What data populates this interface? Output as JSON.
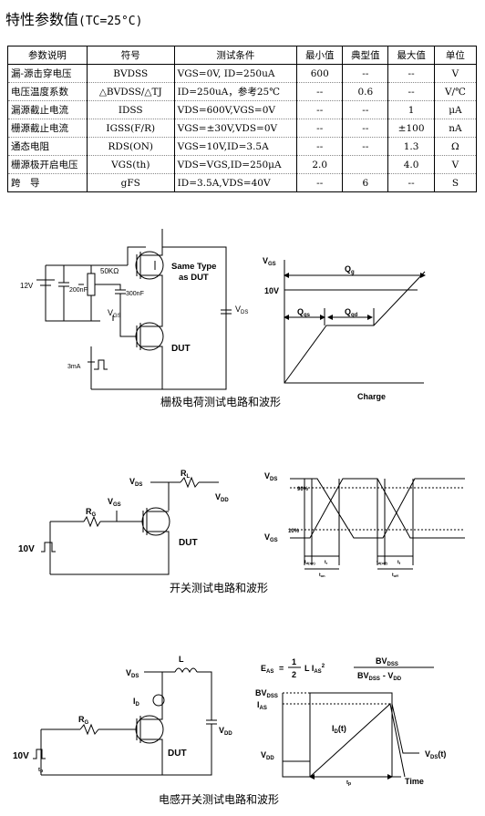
{
  "title": "特性参数值",
  "title_cond": "(TC=25°C)",
  "table": {
    "headers": [
      "参数说明",
      "符号",
      "测试条件",
      "最小值",
      "典型值",
      "最大值",
      "单位"
    ],
    "rows": [
      [
        "漏-源击穿电压",
        "BVDSS",
        "VGS=0V, ID=250uA",
        "600",
        "--",
        "--",
        "V"
      ],
      [
        "电压温度系数",
        "△BVDSS/△TJ",
        "ID=250uA，参考25℃",
        "--",
        "0.6",
        "--",
        "V/℃"
      ],
      [
        "漏源截止电流",
        "IDSS",
        "VDS=600V,VGS=0V",
        "--",
        "--",
        "1",
        "μA"
      ],
      [
        "栅源截止电流",
        "IGSS(F/R)",
        "VGS=±30V,VDS=0V",
        "--",
        "--",
        "±100",
        "nA"
      ],
      [
        "通态电阻",
        "RDS(ON)",
        "VGS=10V,ID=3.5A",
        "--",
        "--",
        "1.3",
        "Ω"
      ],
      [
        "栅源极开启电压",
        "VGS(th)",
        "VDS=VGS,ID=250μA",
        "2.0",
        "",
        "4.0",
        "V"
      ],
      [
        "跨　导",
        "gFS",
        "ID=3.5A,VDS=40V",
        "--",
        "6",
        "--",
        "S"
      ]
    ]
  },
  "fig1": {
    "caption": "栅极电荷测试电路和波形",
    "v12": "12V",
    "r50k": "50KΩ",
    "c200": "200nF",
    "c300": "300nF",
    "same_type_1": "Same Type",
    "same_type_2": "as DUT",
    "vgs": "V",
    "vgs_sub": "GS",
    "vds": "V",
    "vds_sub": "DS",
    "dut": "DUT",
    "i3ma": "3mA",
    "w_vgs": "V",
    "w_vgs_sub": "GS",
    "w_10v": "10V",
    "qg": "Q",
    "qg_sub": "g",
    "qgs": "Q",
    "qgs_sub": "gs",
    "qgd": "Q",
    "qgd_sub": "gd",
    "charge": "Charge"
  },
  "fig2": {
    "caption": "开关测试电路和波形",
    "vds": "V",
    "vds_sub": "DS",
    "rl": "R",
    "rl_sub": "L",
    "vdd": "V",
    "vdd_sub": "DD",
    "rg": "R",
    "rg_sub": "G",
    "vgs": "V",
    "vgs_sub": "GS",
    "dut": "DUT",
    "v10": "10V",
    "w_vds": "V",
    "w_vds_sub": "DS",
    "w_vgs": "V",
    "w_vgs_sub": "GS",
    "p90": "90%",
    "p10": "10%",
    "tdon": "t",
    "tdon_sub": "d(on)",
    "tr": "t",
    "tr_sub": "r",
    "ton": "t",
    "ton_sub": "on",
    "tdoff": "t",
    "tdoff_sub": "d(off)",
    "tf": "t",
    "tf_sub": "f",
    "toff": "t",
    "toff_sub": "off"
  },
  "fig3": {
    "caption": "电感开关测试电路和波形",
    "vds": "V",
    "vds_sub": "DS",
    "l": "L",
    "id": "I",
    "id_sub": "D",
    "rg": "R",
    "rg_sub": "G",
    "dut": "DUT",
    "vdd": "V",
    "vdd_sub": "DD",
    "v10": "10V",
    "tp": "t",
    "tp_sub": "p",
    "eas": "E",
    "eas_sub": "AS",
    "eq": "=",
    "one": "1",
    "two": "2",
    "liAs": "L I",
    "ias_sub": "AS",
    "sq": "2",
    "num": "BV",
    "num_sub": "DSS",
    "den": "BV",
    "den_sub": "DSS",
    "den2": "- V",
    "den2_sub": "DD",
    "w_bvdss": "BV",
    "w_bvdss_sub": "DSS",
    "w_ias": "I",
    "w_ias_sub": "AS",
    "w_idt": "I",
    "w_idt_sub": "D",
    "w_idt_t": "(t)",
    "w_vdd": "V",
    "w_vdd_sub": "DD",
    "w_vdst": "V",
    "w_vdst_sub": "DS",
    "w_vdst_t": "(t)",
    "w_tp": "t",
    "w_tp_sub": "p",
    "time": "Time"
  }
}
